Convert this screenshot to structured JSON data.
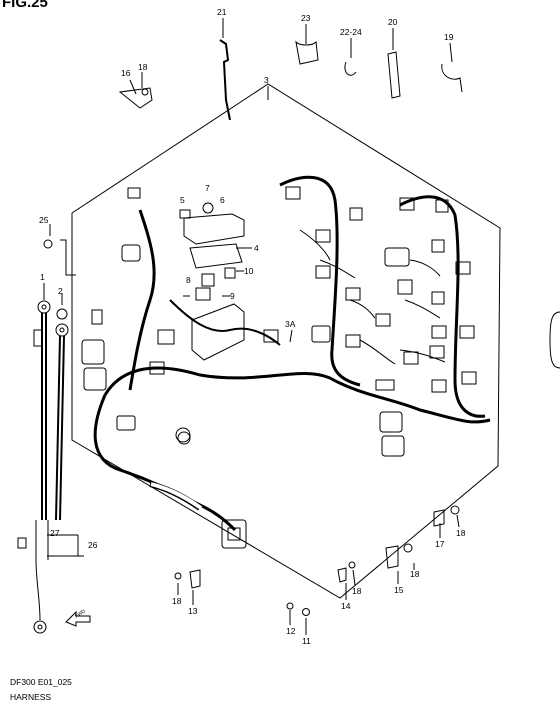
{
  "figure_title": "FIG.25",
  "model_code": "DF300 E01_025",
  "section_name": "HARNESS",
  "direction_label": "FWD",
  "callouts": {
    "c21": "21",
    "c23": "23",
    "c22_24": "22-24",
    "c20": "20",
    "c19": "19",
    "c16": "16",
    "c18a": "18",
    "c3": "3",
    "c5": "5",
    "c7": "7",
    "c6": "6",
    "c4": "4",
    "c8": "8",
    "c10": "10",
    "c9": "9",
    "c3a": "3A",
    "c25": "25",
    "c1": "1",
    "c2": "2",
    "c27": "27",
    "c26": "26",
    "c17": "17",
    "c18b": "18",
    "c18c": "18",
    "c15": "15",
    "c14": "14",
    "c18d": "18",
    "c18e": "18",
    "c13": "13",
    "c12": "12",
    "c11": "11"
  }
}
